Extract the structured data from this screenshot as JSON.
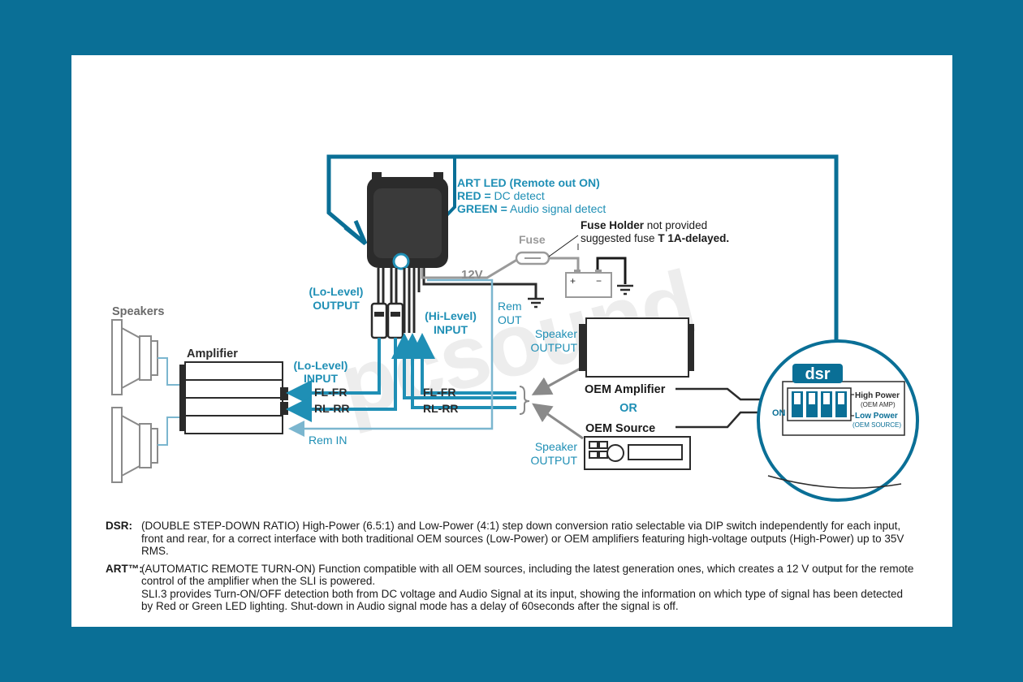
{
  "watermark": "pcsound",
  "colors": {
    "frame": "#0a6f96",
    "signal": "#1f8fb5",
    "light_signal": "#7bb6cf",
    "dark": "#2b2b2b",
    "grey_wire": "#9a9a9a"
  },
  "device": {
    "art_led_title": "ART LED (Remote out ON)",
    "red_label": "RED =",
    "red_text": "DC detect",
    "green_label": "GREEN =",
    "green_text": "Audio signal detect"
  },
  "power": {
    "fuse_label": "Fuse",
    "voltage_label": "12V",
    "fuse_holder_bold": "Fuse Holder",
    "fuse_holder_text": "not provided",
    "suggested_text": "suggested fuse",
    "suggested_bold": "T 1A-delayed.",
    "battery_plus": "+",
    "battery_minus": "−"
  },
  "left": {
    "speakers_label": "Speakers",
    "amplifier_label": "Amplifier",
    "lo_level_output_1": "(Lo-Level)",
    "lo_level_output_2": "OUTPUT",
    "lo_level_input_1": "(Lo-Level)",
    "lo_level_input_2": "INPUT",
    "fl_fr": "FL-FR",
    "rl_rr": "RL-RR",
    "rem_in": "Rem IN"
  },
  "center": {
    "hi_level_input_1": "(Hi-Level)",
    "hi_level_input_2": "INPUT",
    "rem_out_1": "Rem",
    "rem_out_2": "OUT",
    "fl_fr": "FL-FR",
    "rl_rr": "RL-RR"
  },
  "right": {
    "speaker_output_top_1": "Speaker",
    "speaker_output_top_2": "OUTPUT",
    "speaker_output_bottom_1": "Speaker",
    "speaker_output_bottom_2": "OUTPUT",
    "oem_amplifier": "OEM Amplifier",
    "or_label": "OR",
    "oem_source": "OEM Source"
  },
  "dsr_inset": {
    "logo": "dsr",
    "on_label": "ON",
    "high_power": "High Power",
    "high_power_sub": "(OEM AMP)",
    "low_power": "Low Power",
    "low_power_sub": "(OEM SOURCE)"
  },
  "notes": [
    {
      "key": "DSR:",
      "lines": [
        "(DOUBLE STEP-DOWN RATIO) High-Power (6.5:1) and Low-Power (4:1) step down conversion ratio selectable via DIP switch independently for each input, front and rear, for a correct interface with both traditional OEM sources (Low-Power) or OEM amplifiers featuring high-voltage outputs (High-Power) up to 35V RMS."
      ]
    },
    {
      "key": "ART™:",
      "lines": [
        "(AUTOMATIC REMOTE TURN-ON) Function compatible with all OEM sources, including the latest generation ones, which creates a 12 V output for the remote control of the amplifier when the SLI is powered.",
        "SLI.3 provides Turn-ON/OFF detection both from DC voltage and Audio Signal at its input, showing the information on which type of signal has been detected by Red or Green LED lighting. Shut-down in Audio signal mode has a delay of 60seconds after the signal is off."
      ]
    }
  ]
}
